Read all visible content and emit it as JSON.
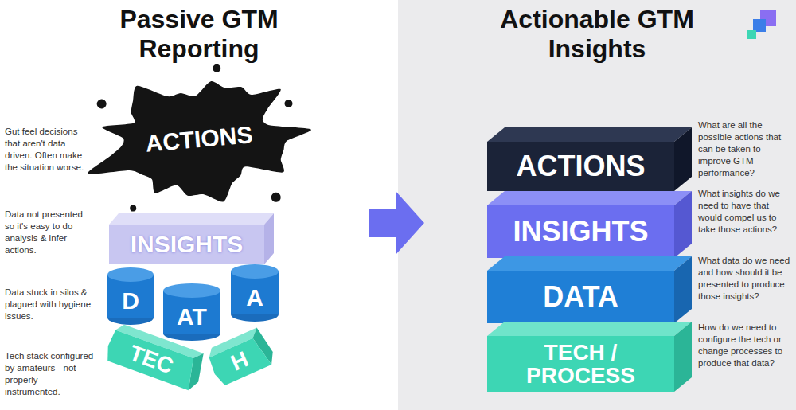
{
  "diagram": {
    "nodes": [
      {
        "text": [
          "ACTIONS"
        ]
      },
      {
        "text": [
          "INSIGHTS"
        ]
      },
      {
        "text": [
          "D"
        ]
      },
      {
        "text": [
          "AT"
        ]
      },
      {
        "text": [
          "A"
        ]
      },
      {
        "text": [
          "TEC"
        ]
      },
      {
        "text": [
          "H"
        ]
      },
      {
        "text": [
          "ACTIONS"
        ]
      },
      {
        "text": [
          "INSIGHTS"
        ]
      },
      {
        "text": [
          "DATA"
        ]
      },
      {
        "text": [
          "TECH / PROCESS"
        ]
      }
    ],
    "labels": [
      "Passive GTM Reporting",
      "Actionable GTM Insights",
      "Gut feel decisions that aren't data driven. Often make the situation worse.",
      "Data not presented so it's easy to do analysis & infer actions.",
      "Data stuck in silos & plagued with hygiene issues.",
      "Tech stack configured by amateurs - not properly instrumented.",
      "What are all the possible actions that can be taken to improve GTM performance?",
      "What insights do we need to have that would compel us to take those actions?",
      "What data do we need and how should it be presented to produce those insights?",
      "How do we need to configure the tech or change processes to produce that data?"
    ]
  }
}
